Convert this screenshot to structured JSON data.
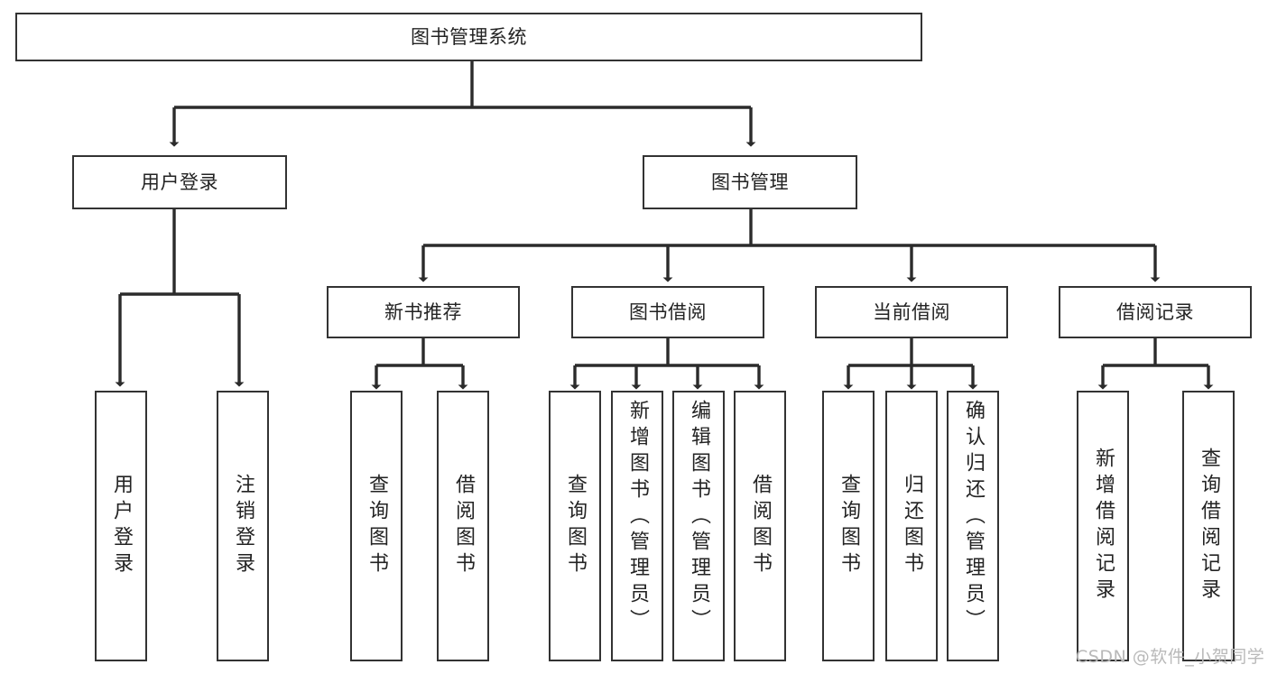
{
  "diagram": {
    "type": "tree-hierarchy-chart",
    "title": "图书管理系统",
    "watermark": "CSDN @软件_小贺同学",
    "colors": {
      "box_border": "#333333",
      "box_fill": "#ffffff",
      "edge": "#2b2b2b",
      "text": "#232323",
      "watermark": "#b9b9b9",
      "background": "#ffffff"
    },
    "levels": [
      {
        "level": 1,
        "nodes": [
          {
            "id": "root",
            "label": "图书管理系统",
            "orientation": "horizontal"
          }
        ]
      },
      {
        "level": 2,
        "nodes": [
          {
            "id": "user-login",
            "label": "用户登录",
            "orientation": "horizontal",
            "parent": "root"
          },
          {
            "id": "book-manage",
            "label": "图书管理",
            "orientation": "horizontal",
            "parent": "root"
          }
        ]
      },
      {
        "level": 3,
        "nodes": [
          {
            "id": "new-book-recommend",
            "label": "新书推荐",
            "orientation": "horizontal",
            "parent": "book-manage"
          },
          {
            "id": "book-borrow",
            "label": "图书借阅",
            "orientation": "horizontal",
            "parent": "book-manage"
          },
          {
            "id": "current-borrow",
            "label": "当前借阅",
            "orientation": "horizontal",
            "parent": "book-manage"
          },
          {
            "id": "borrow-record",
            "label": "借阅记录",
            "orientation": "horizontal",
            "parent": "book-manage"
          }
        ]
      },
      {
        "level": 4,
        "nodes": [
          {
            "id": "leaf-user-login",
            "label": "用户登录",
            "orientation": "vertical",
            "parent": "user-login"
          },
          {
            "id": "leaf-logout",
            "label": "注销登录",
            "orientation": "vertical",
            "parent": "user-login"
          },
          {
            "id": "leaf-query-book-1",
            "label": "查询图书",
            "orientation": "vertical",
            "parent": "new-book-recommend"
          },
          {
            "id": "leaf-borrow-book-1",
            "label": "借阅图书",
            "orientation": "vertical",
            "parent": "new-book-recommend"
          },
          {
            "id": "leaf-query-book-2",
            "label": "查询图书",
            "orientation": "vertical",
            "parent": "book-borrow"
          },
          {
            "id": "leaf-add-book",
            "label": "新增图书（管理员）",
            "orientation": "vertical",
            "parent": "book-borrow"
          },
          {
            "id": "leaf-edit-book",
            "label": "编辑图书（管理员）",
            "orientation": "vertical",
            "parent": "book-borrow"
          },
          {
            "id": "leaf-borrow-book-2",
            "label": "借阅图书",
            "orientation": "vertical",
            "parent": "book-borrow"
          },
          {
            "id": "leaf-query-book-3",
            "label": "查询图书",
            "orientation": "vertical",
            "parent": "current-borrow"
          },
          {
            "id": "leaf-return-book",
            "label": "归还图书",
            "orientation": "vertical",
            "parent": "current-borrow"
          },
          {
            "id": "leaf-confirm-return",
            "label": "确认归还（管理员）",
            "orientation": "vertical",
            "parent": "current-borrow"
          },
          {
            "id": "leaf-add-record",
            "label": "新增借阅记录",
            "orientation": "vertical",
            "parent": "borrow-record"
          },
          {
            "id": "leaf-query-record",
            "label": "查询借阅记录",
            "orientation": "vertical",
            "parent": "borrow-record"
          }
        ]
      }
    ]
  }
}
